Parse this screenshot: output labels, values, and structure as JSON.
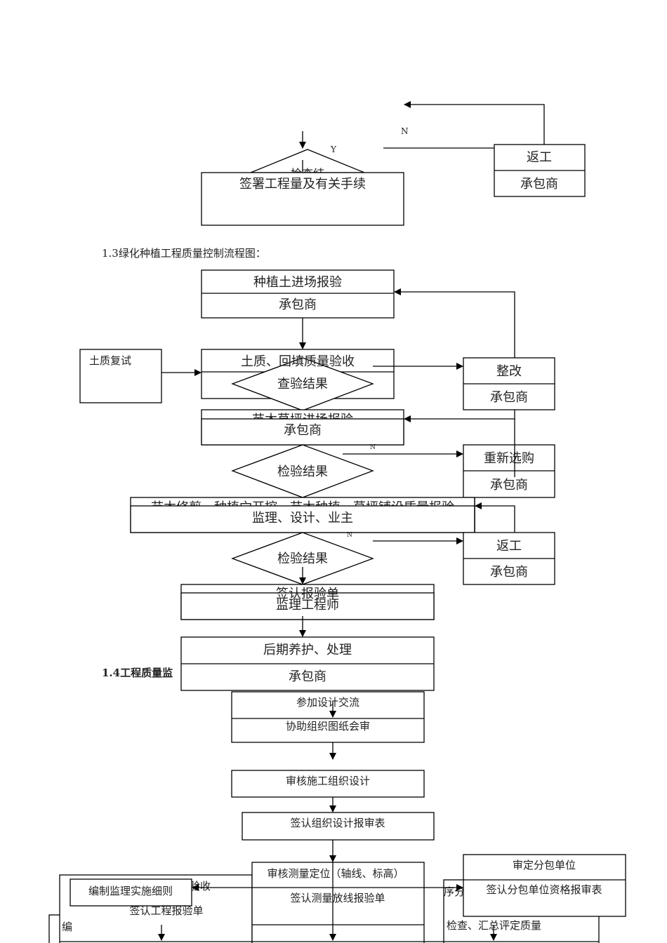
{
  "section_top": {
    "decision_clipped": "检查结",
    "yes_label": "Y",
    "no_label": "N",
    "rework_box": {
      "action": "返工",
      "party": "承包商"
    },
    "sign_box": "签署工程量及有关手续"
  },
  "section_1_3": {
    "caption": "1.3绿化种植工程质量控制流程图：",
    "soil_entry": {
      "action": "种植土进场报验",
      "party": "承包商"
    },
    "soil_retest": "土质复试",
    "soil_acceptance": "土质、回填质量验收",
    "decision_1": "查验结果",
    "rectify": {
      "action": "整改",
      "party": "承包商"
    },
    "seedling_entry": {
      "action_clipped": "苗木草坪进场报验",
      "party": "承包商"
    },
    "decision_2": "检验结果",
    "decision_2_no": "N",
    "repurchase": {
      "action": "重新选购",
      "party": "承包商"
    },
    "planting_inspection": {
      "action_clipped": "苗木修剪、种植穴开挖、苗木种植、草坪铺设质量报验",
      "party": "监理、设计、业主"
    },
    "decision_3": "检验结果",
    "decision_3_no": "N",
    "rework": {
      "action": "返工",
      "party": "承包商"
    },
    "sign_report": {
      "action_clipped": "签认报验单",
      "party": "监理工程师"
    },
    "maintenance": {
      "action": "后期养护、处理",
      "party": "承包商"
    }
  },
  "section_1_4": {
    "caption_clipped": "1.4工程质量监",
    "design_exchange": {
      "top": "参加设计交流",
      "bottom": "协助组织图纸会审"
    },
    "review_construction_design": "审核施工组织设计",
    "sign_design_form": "签认组织设计报审表",
    "survey": {
      "top": "审核测量定位（轴线、标高）",
      "bottom": "签认测量放线报验单"
    },
    "supervision_rules": "编制监理实施细则",
    "acceptance_clipped": "验收",
    "sign_project_report": "签认工程报验单",
    "left_clipped": "编",
    "subcontractor": {
      "top": "审定分包单位",
      "bottom": "签认分包单位资格报审表"
    },
    "right_clipped": "序分",
    "summary_clipped": "检查、汇总评定质量"
  }
}
